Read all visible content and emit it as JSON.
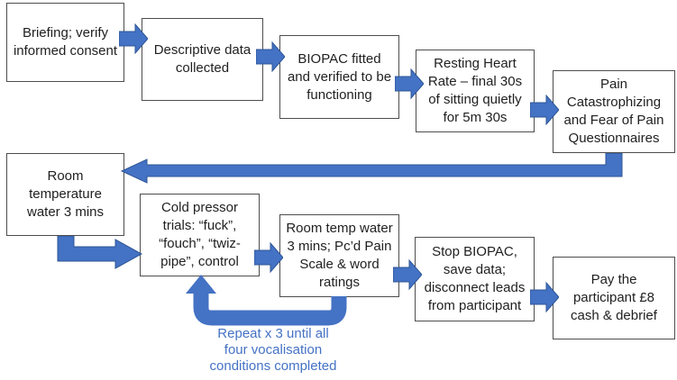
{
  "colors": {
    "background": "#ffffff",
    "arrow_fill": "#4472C4",
    "arrow_stroke": "#2E5696",
    "box_border": "#4d4d4d",
    "box_text": "#1f1f1f",
    "loop_text": "#4472C4"
  },
  "flowchart": {
    "boxes": [
      {
        "name": "briefing",
        "text": "Briefing; verify informed consent"
      },
      {
        "name": "descriptive-data",
        "text": "Descriptive data collected"
      },
      {
        "name": "biopac-fitted",
        "text": "BIOPAC fitted and verified to be functioning"
      },
      {
        "name": "resting-heart-rate",
        "text": "Resting Heart Rate – final 30s of sitting quietly for 5m 30s"
      },
      {
        "name": "pain-questionnaires",
        "text": "Pain Catastrophizing and Fear of Pain Questionnaires"
      },
      {
        "name": "room-temperature-water",
        "text": "Room temperature water 3 mins"
      },
      {
        "name": "cold-pressor-trials",
        "text": "Cold pressor trials: “fuck”, “fouch”, “twiz-pipe”, control"
      },
      {
        "name": "room-temp-water-ratings",
        "text": "Room temp water 3 mins; Pc’d Pain Scale & word ratings"
      },
      {
        "name": "stop-biopac",
        "text": "Stop BIOPAC, save data; disconnect leads from participant"
      },
      {
        "name": "pay-participant",
        "text": "Pay the participant £8 cash & debrief"
      }
    ],
    "loop_label": {
      "lines": [
        "Repeat x 3 until all",
        "four vocalisation",
        "conditions completed"
      ]
    }
  }
}
